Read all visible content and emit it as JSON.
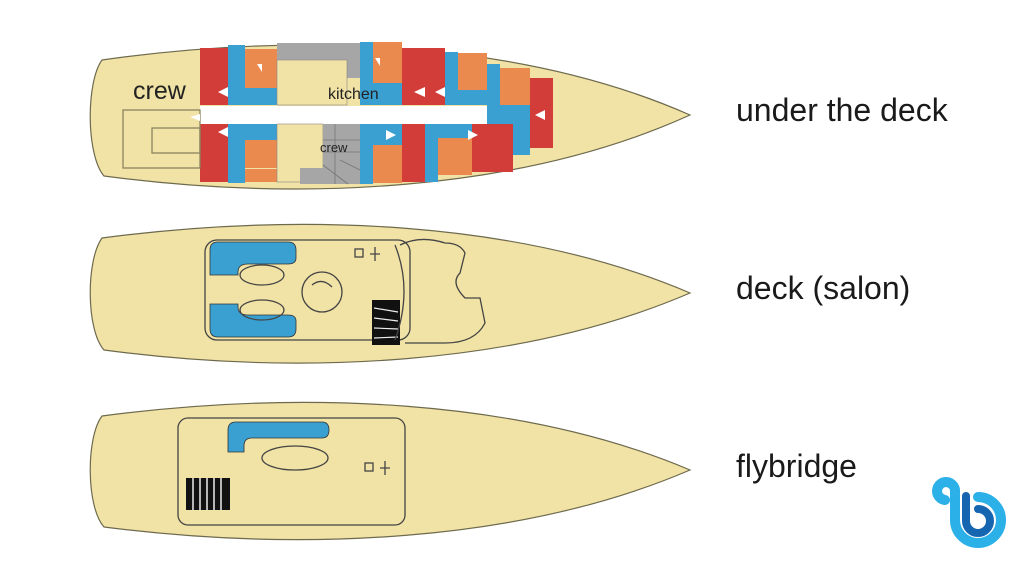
{
  "decks": [
    {
      "name": "under the deck",
      "room_labels": {
        "crew_stern": "crew",
        "kitchen": "kitchen",
        "crew_mid": "crew"
      }
    },
    {
      "name": "deck (salon)"
    },
    {
      "name": "flybridge"
    }
  ],
  "legend_colors": {
    "cabin": "#ea8a4e",
    "bathroom": "#d23d3a",
    "storage": "#3aa0d2",
    "stairs": "#a6a6a6",
    "hull": "#f1e2a5"
  },
  "logo": {
    "name": "b-logo",
    "colors": [
      "#2bb0e8",
      "#1565b0"
    ]
  }
}
